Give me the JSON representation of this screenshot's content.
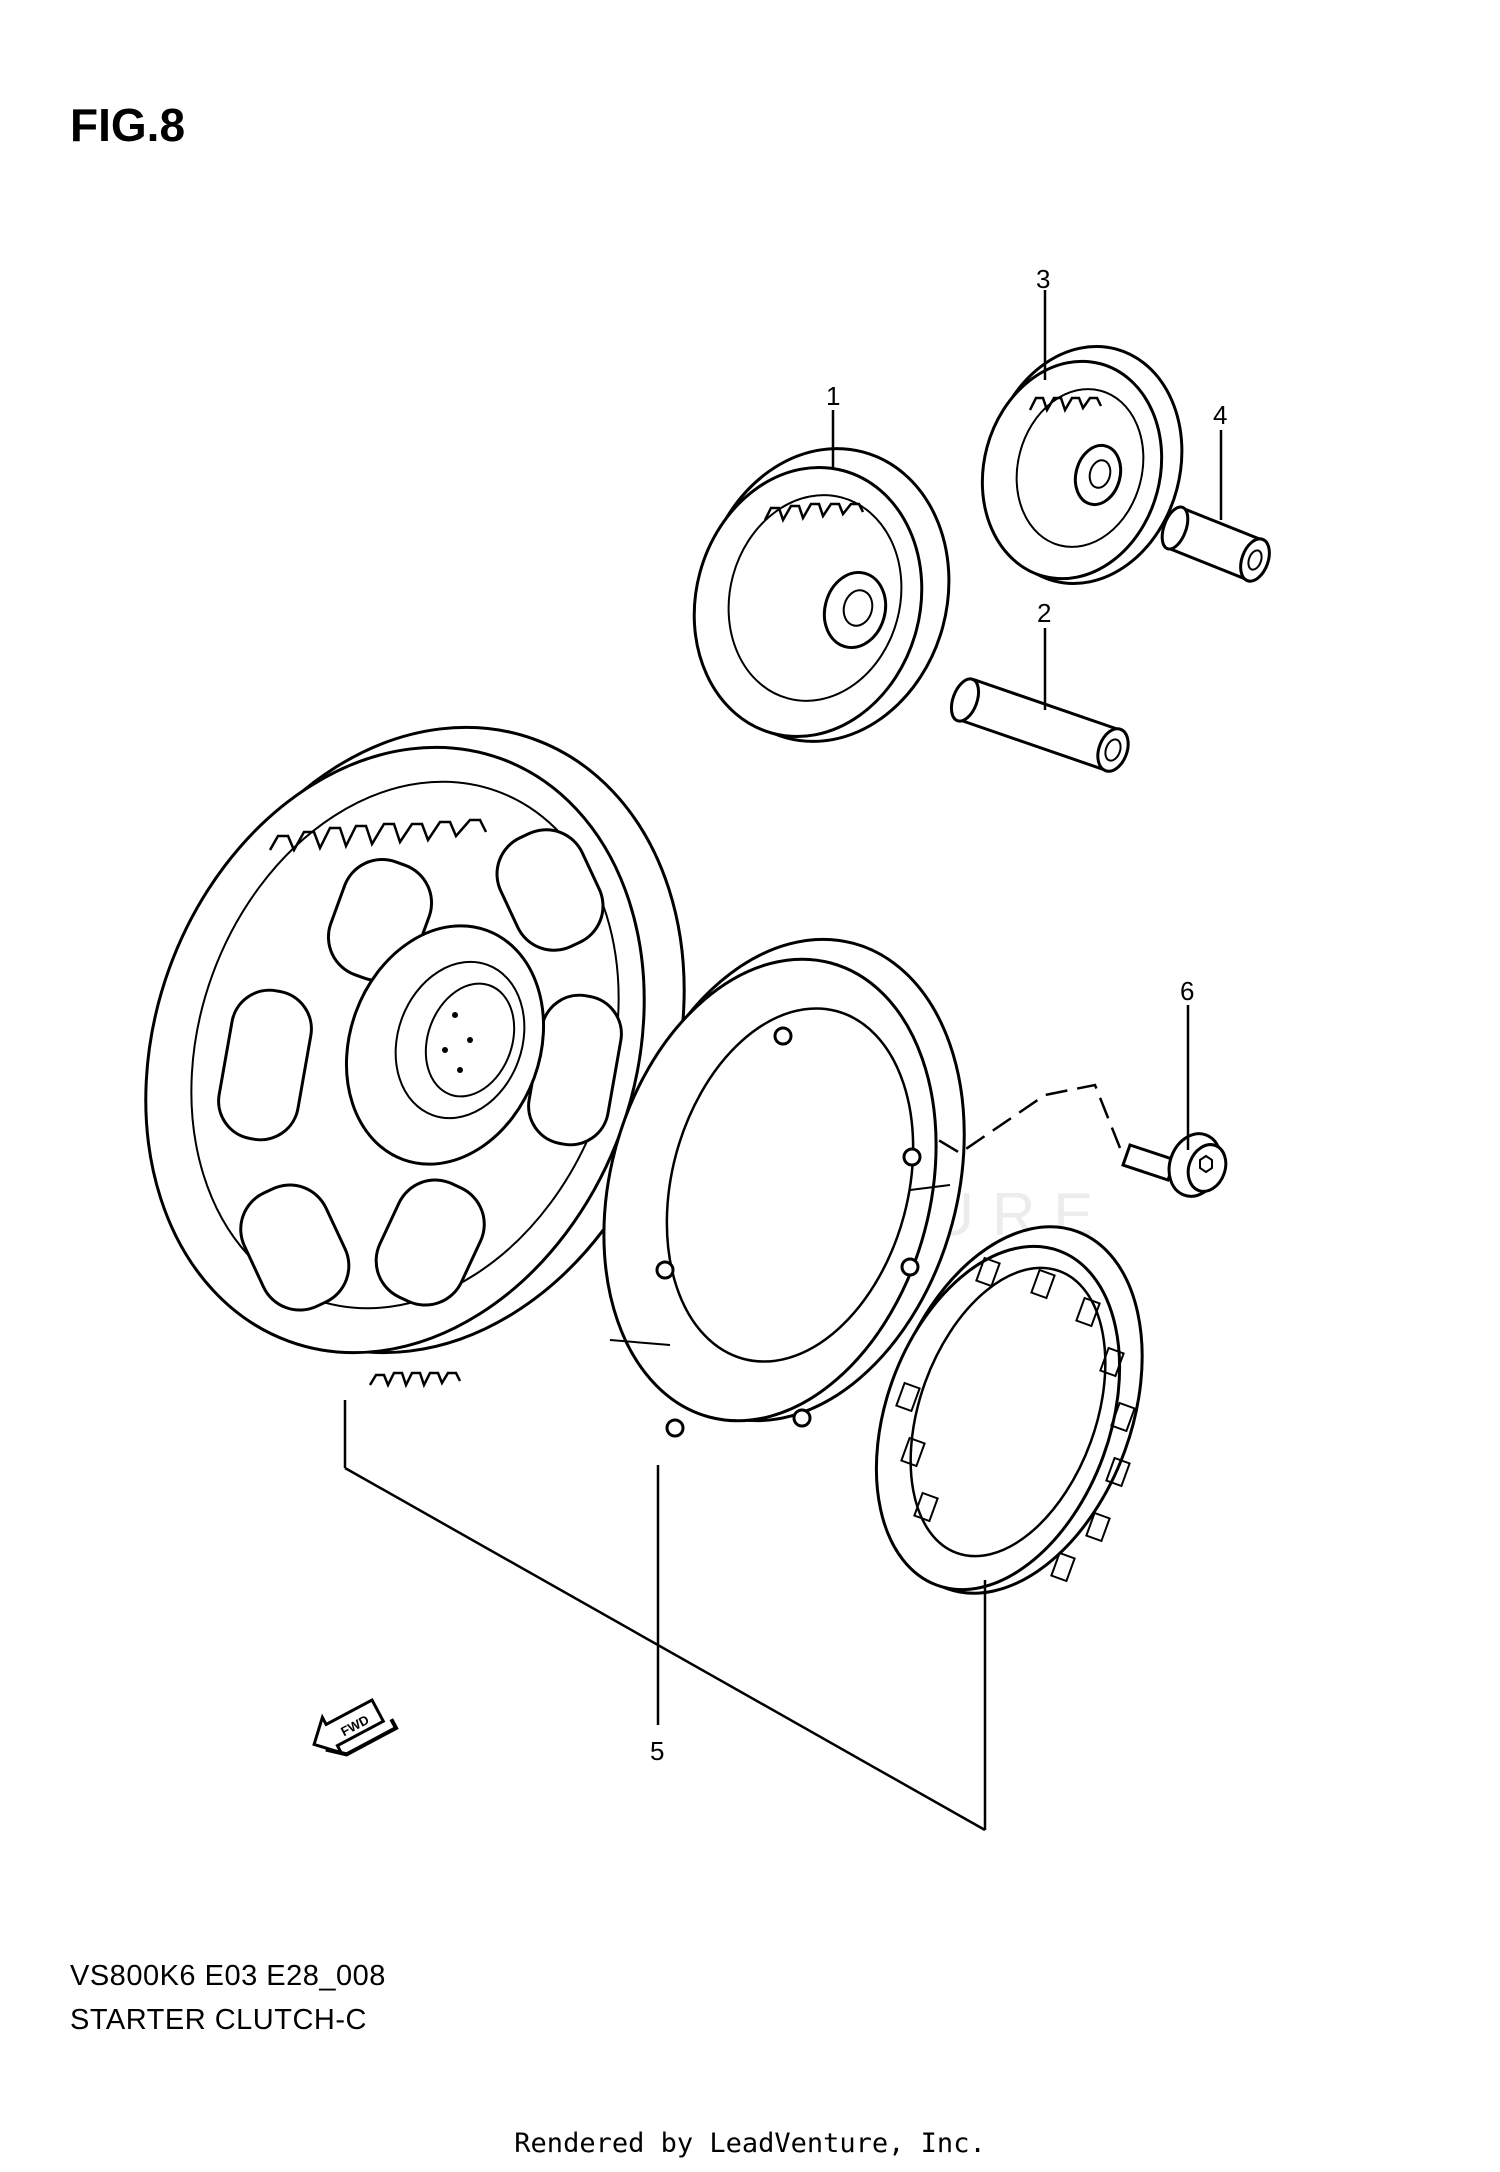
{
  "figure": {
    "title": "FIG.8"
  },
  "callouts": [
    "1",
    "2",
    "3",
    "4",
    "5",
    "6"
  ],
  "fwd_label": "FWD",
  "watermark": "LEADVENTURE",
  "model_code": "VS800K6 E03 E28_008",
  "part_name": "STARTER CLUTCH-C",
  "footer": "Rendered by LeadVenture, Inc."
}
